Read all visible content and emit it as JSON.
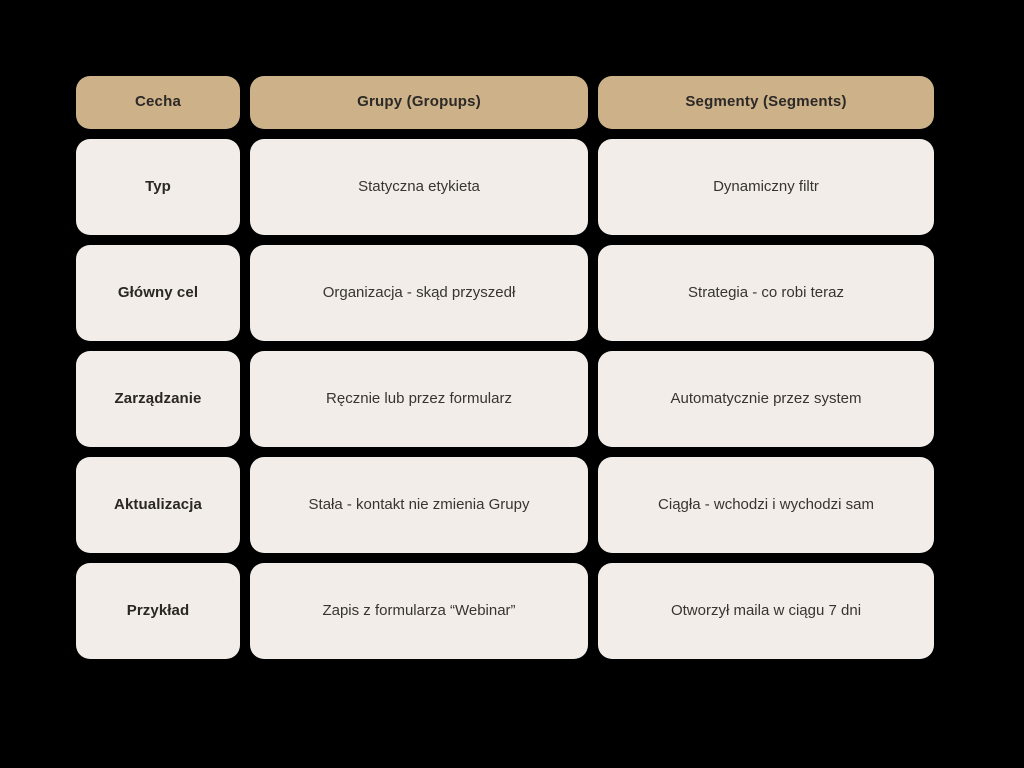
{
  "background_color": "#000000",
  "theme": {
    "header_cell_color": "#CCB189",
    "body_cell_color": "#F2EDE8",
    "header_text_color": "#2C2926",
    "label_text_color": "#2A2724",
    "value_text_color": "#38342F"
  },
  "table": {
    "headers": [
      "Cecha",
      "Grupy (Gropups)",
      "Segmenty (Segments)"
    ],
    "rows": [
      {
        "feature": "Typ",
        "groups": "Statyczna etykieta",
        "segments": "Dynamiczny filtr"
      },
      {
        "feature": "Główny cel",
        "groups": "Organizacja - skąd przyszedł",
        "segments": "Strategia - co robi teraz"
      },
      {
        "feature": "Zarządzanie",
        "groups": "Ręcznie lub przez formularz",
        "segments": "Automatycznie przez system"
      },
      {
        "feature": "Aktualizacja",
        "groups": "Stała - kontakt nie zmienia Grupy",
        "segments": "Ciągła - wchodzi i wychodzi sam"
      },
      {
        "feature": "Przykład",
        "groups": "Zapis z formularza “Webinar”",
        "segments": "Otworzył maila w ciągu 7 dni"
      }
    ]
  }
}
